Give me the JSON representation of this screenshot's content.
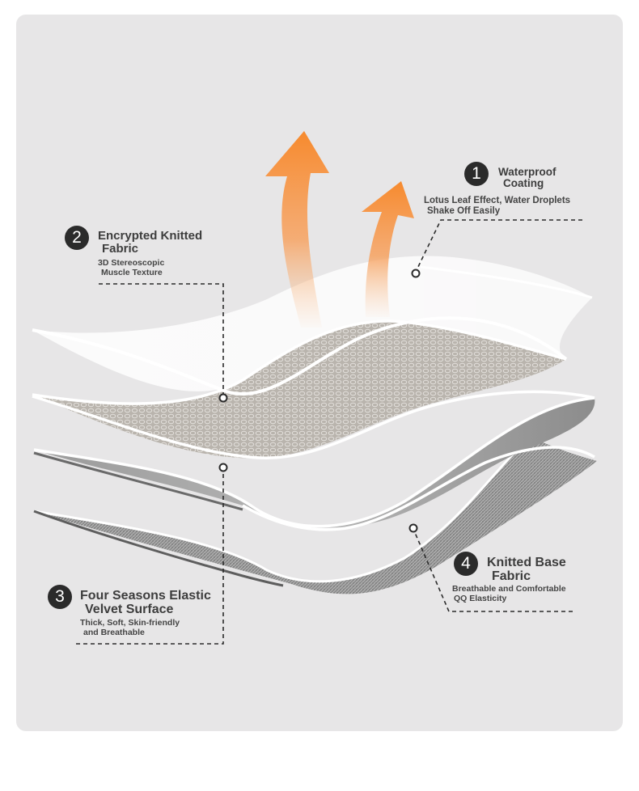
{
  "features": [
    {
      "number": "1",
      "title_lines": [
        "Waterproof",
        "Coating"
      ],
      "desc_lines": [
        "Lotus Leaf Effect, Water Droplets",
        "Shake Off Easily"
      ]
    },
    {
      "number": "2",
      "title_lines": [
        "Encrypted Knitted",
        "Fabric"
      ],
      "desc_lines": [
        "3D Stereoscopic",
        "Muscle Texture"
      ]
    },
    {
      "number": "3",
      "title_lines": [
        "Four Seasons Elastic",
        "Velvet Surface"
      ],
      "desc_lines": [
        "Thick, Soft, Skin-friendly",
        "and Breathable"
      ]
    },
    {
      "number": "4",
      "title_lines": [
        "Knitted Base",
        "Fabric"
      ],
      "desc_lines": [
        "Breathable and Comfortable",
        "QQ Elasticity"
      ]
    }
  ],
  "colors": {
    "background": "#e7e6e7",
    "arrow": "#f68a2e",
    "badge": "#2b2b2b",
    "text": "#3d3d3d"
  },
  "icons": [
    "breathability-arrow-icon",
    "breathability-arrow-icon"
  ]
}
